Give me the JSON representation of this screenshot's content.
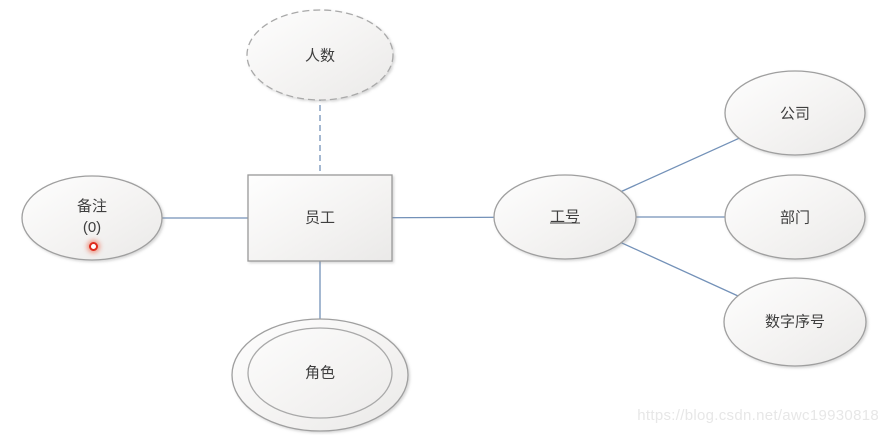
{
  "diagram": {
    "type": "entity-relationship",
    "entity": {
      "yuangong": {
        "label": "员工",
        "shape": "rectangle"
      }
    },
    "attributes": {
      "renshu": {
        "label": "人数",
        "shape": "ellipse-dashed",
        "note": "derived attribute, dashed connector"
      },
      "beizhu": {
        "label": "备注",
        "sublabel": "(0)",
        "shape": "ellipse",
        "note": "has red record indicator dot"
      },
      "juese": {
        "label": "角色",
        "shape": "double-ellipse",
        "note": "multivalued attribute"
      },
      "gonghao": {
        "label": "工号",
        "shape": "ellipse",
        "underlined": true,
        "note": "key attribute"
      },
      "gongsi": {
        "label": "公司",
        "shape": "ellipse"
      },
      "bumen": {
        "label": "部门",
        "shape": "ellipse"
      },
      "shuzixuhao": {
        "label": "数字序号",
        "shape": "ellipse"
      }
    },
    "edges": [
      {
        "from": "renshu",
        "to": "yuangong",
        "style": "dashed"
      },
      {
        "from": "beizhu",
        "to": "yuangong",
        "style": "solid"
      },
      {
        "from": "yuangong",
        "to": "gonghao",
        "style": "solid"
      },
      {
        "from": "yuangong",
        "to": "juese",
        "style": "solid"
      },
      {
        "from": "gonghao",
        "to": "gongsi",
        "style": "solid"
      },
      {
        "from": "gonghao",
        "to": "bumen",
        "style": "solid"
      },
      {
        "from": "gonghao",
        "to": "shuzixuhao",
        "style": "solid"
      }
    ],
    "colors": {
      "connector_blue": "#7391b8",
      "node_border_gray": "#9f9f9f",
      "node_fill_light": "#fdfdfd",
      "node_fill_dark": "#ebeae9",
      "text": "#3f3f3f",
      "record_dot_red": "#df2a1c",
      "watermark_gray": "#e7e7e7"
    }
  },
  "watermark": {
    "text": "https://blog.csdn.net/awc19930818"
  }
}
